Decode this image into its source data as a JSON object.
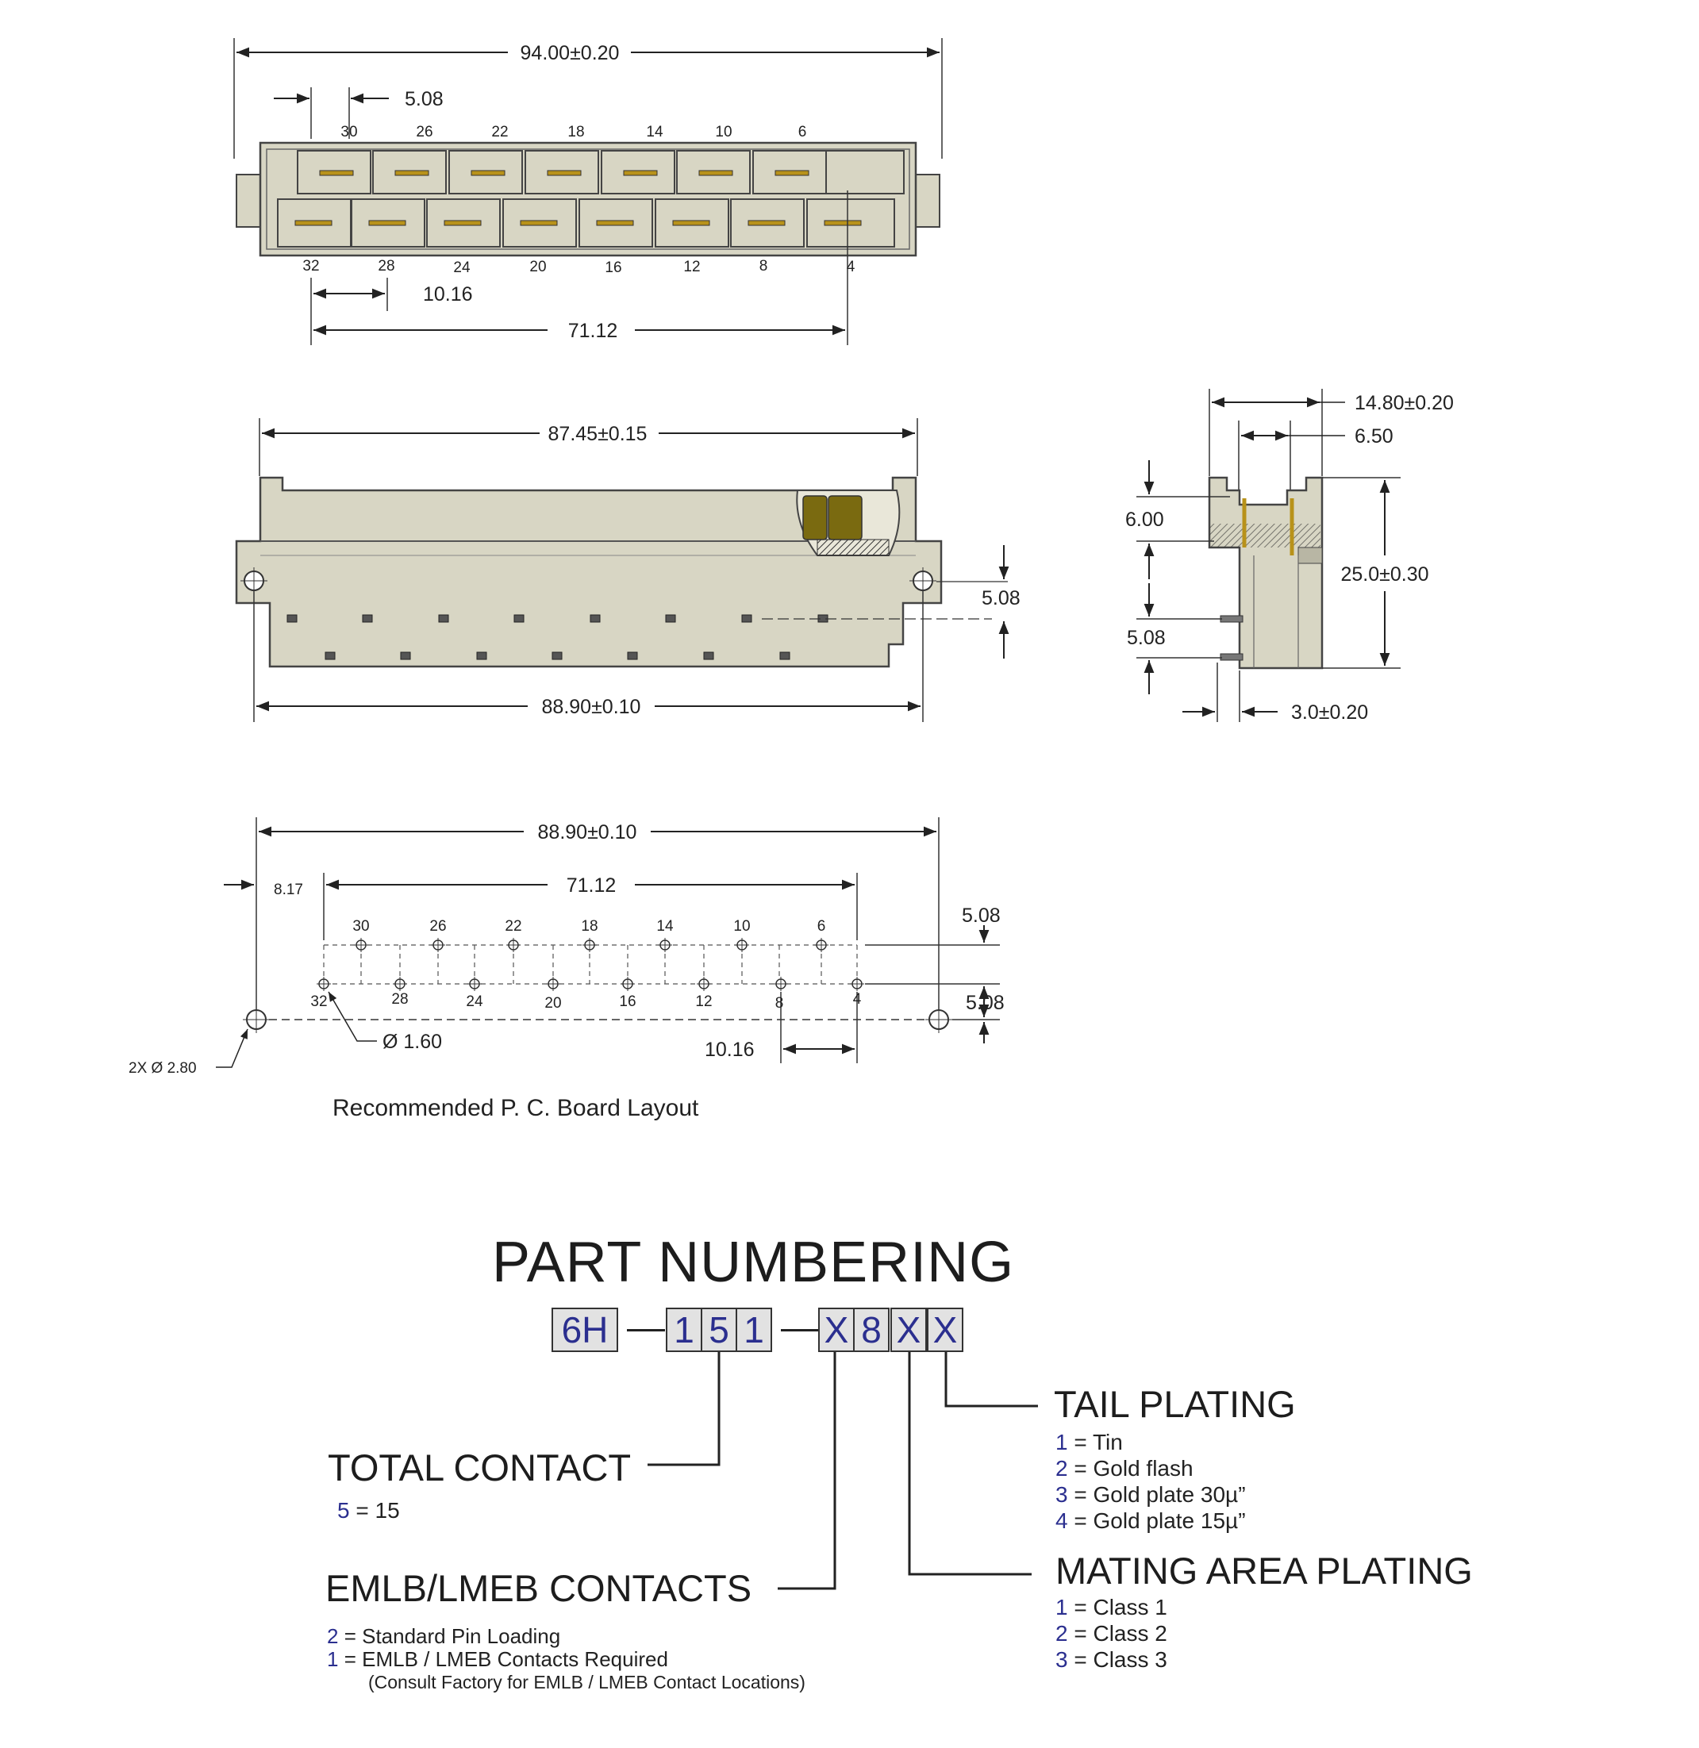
{
  "top_view": {
    "overall_width": "94.00±0.20",
    "pitch_top": "5.08",
    "pitch_row": "10.16",
    "pin_span": "71.12",
    "top_row_pins": [
      "30",
      "26",
      "22",
      "18",
      "14",
      "10",
      "6"
    ],
    "bottom_row_pins": [
      "32",
      "28",
      "24",
      "20",
      "16",
      "12",
      "8",
      "4"
    ]
  },
  "front_view": {
    "body_width": "87.45±0.15",
    "hole_spacing": "88.90±0.10",
    "row_offset": "5.08"
  },
  "side_view": {
    "depth": "14.80±0.20",
    "pin_pitch": "6.50",
    "height": "25.0±0.30",
    "standoff": "6.00",
    "row_spacing": "5.08",
    "tail_length": "3.0±0.20"
  },
  "pcb_layout": {
    "hole_spacing": "88.90±0.10",
    "pin_span": "71.12",
    "edge_offset": "8.17",
    "row_offset_top": "5.08",
    "row_offset_bottom": "5.08",
    "pitch": "10.16",
    "pin_hole": "Ø 1.60",
    "mount_hole": "2X Ø 2.80",
    "top_row_pins": [
      "30",
      "26",
      "22",
      "18",
      "14",
      "10",
      "6"
    ],
    "bottom_row_pins": [
      "32",
      "28",
      "24",
      "20",
      "16",
      "12",
      "8",
      "4"
    ],
    "caption": "Recommended P. C. Board Layout"
  },
  "part_numbering": {
    "title": "PART NUMBERING",
    "code_prefix": "6H",
    "code_total": [
      "1",
      "5",
      "1"
    ],
    "code_options": [
      "X",
      "8",
      "X",
      "X"
    ],
    "total_contact": {
      "title": "TOTAL CONTACT",
      "options": [
        {
          "code": "5",
          "text": "= 15"
        }
      ]
    },
    "emlb_contacts": {
      "title": "EMLB/LMEB CONTACTS",
      "options": [
        {
          "code": "2",
          "text": "=  Standard Pin Loading"
        },
        {
          "code": "1",
          "text": "=  EMLB / LMEB Contacts Required"
        }
      ],
      "note": "(Consult Factory for EMLB / LMEB Contact Locations)"
    },
    "tail_plating": {
      "title": "TAIL PLATING",
      "options": [
        {
          "code": "1",
          "text": "= Tin"
        },
        {
          "code": "2",
          "text": "= Gold flash"
        },
        {
          "code": "3",
          "text": "= Gold plate 30µ”"
        },
        {
          "code": "4",
          "text": "= Gold plate 15µ”"
        }
      ]
    },
    "mating_plating": {
      "title": "MATING AREA PLATING",
      "options": [
        {
          "code": "1",
          "text": "= Class 1"
        },
        {
          "code": "2",
          "text": "= Class 2"
        },
        {
          "code": "3",
          "text": "= Class 3"
        }
      ]
    }
  }
}
